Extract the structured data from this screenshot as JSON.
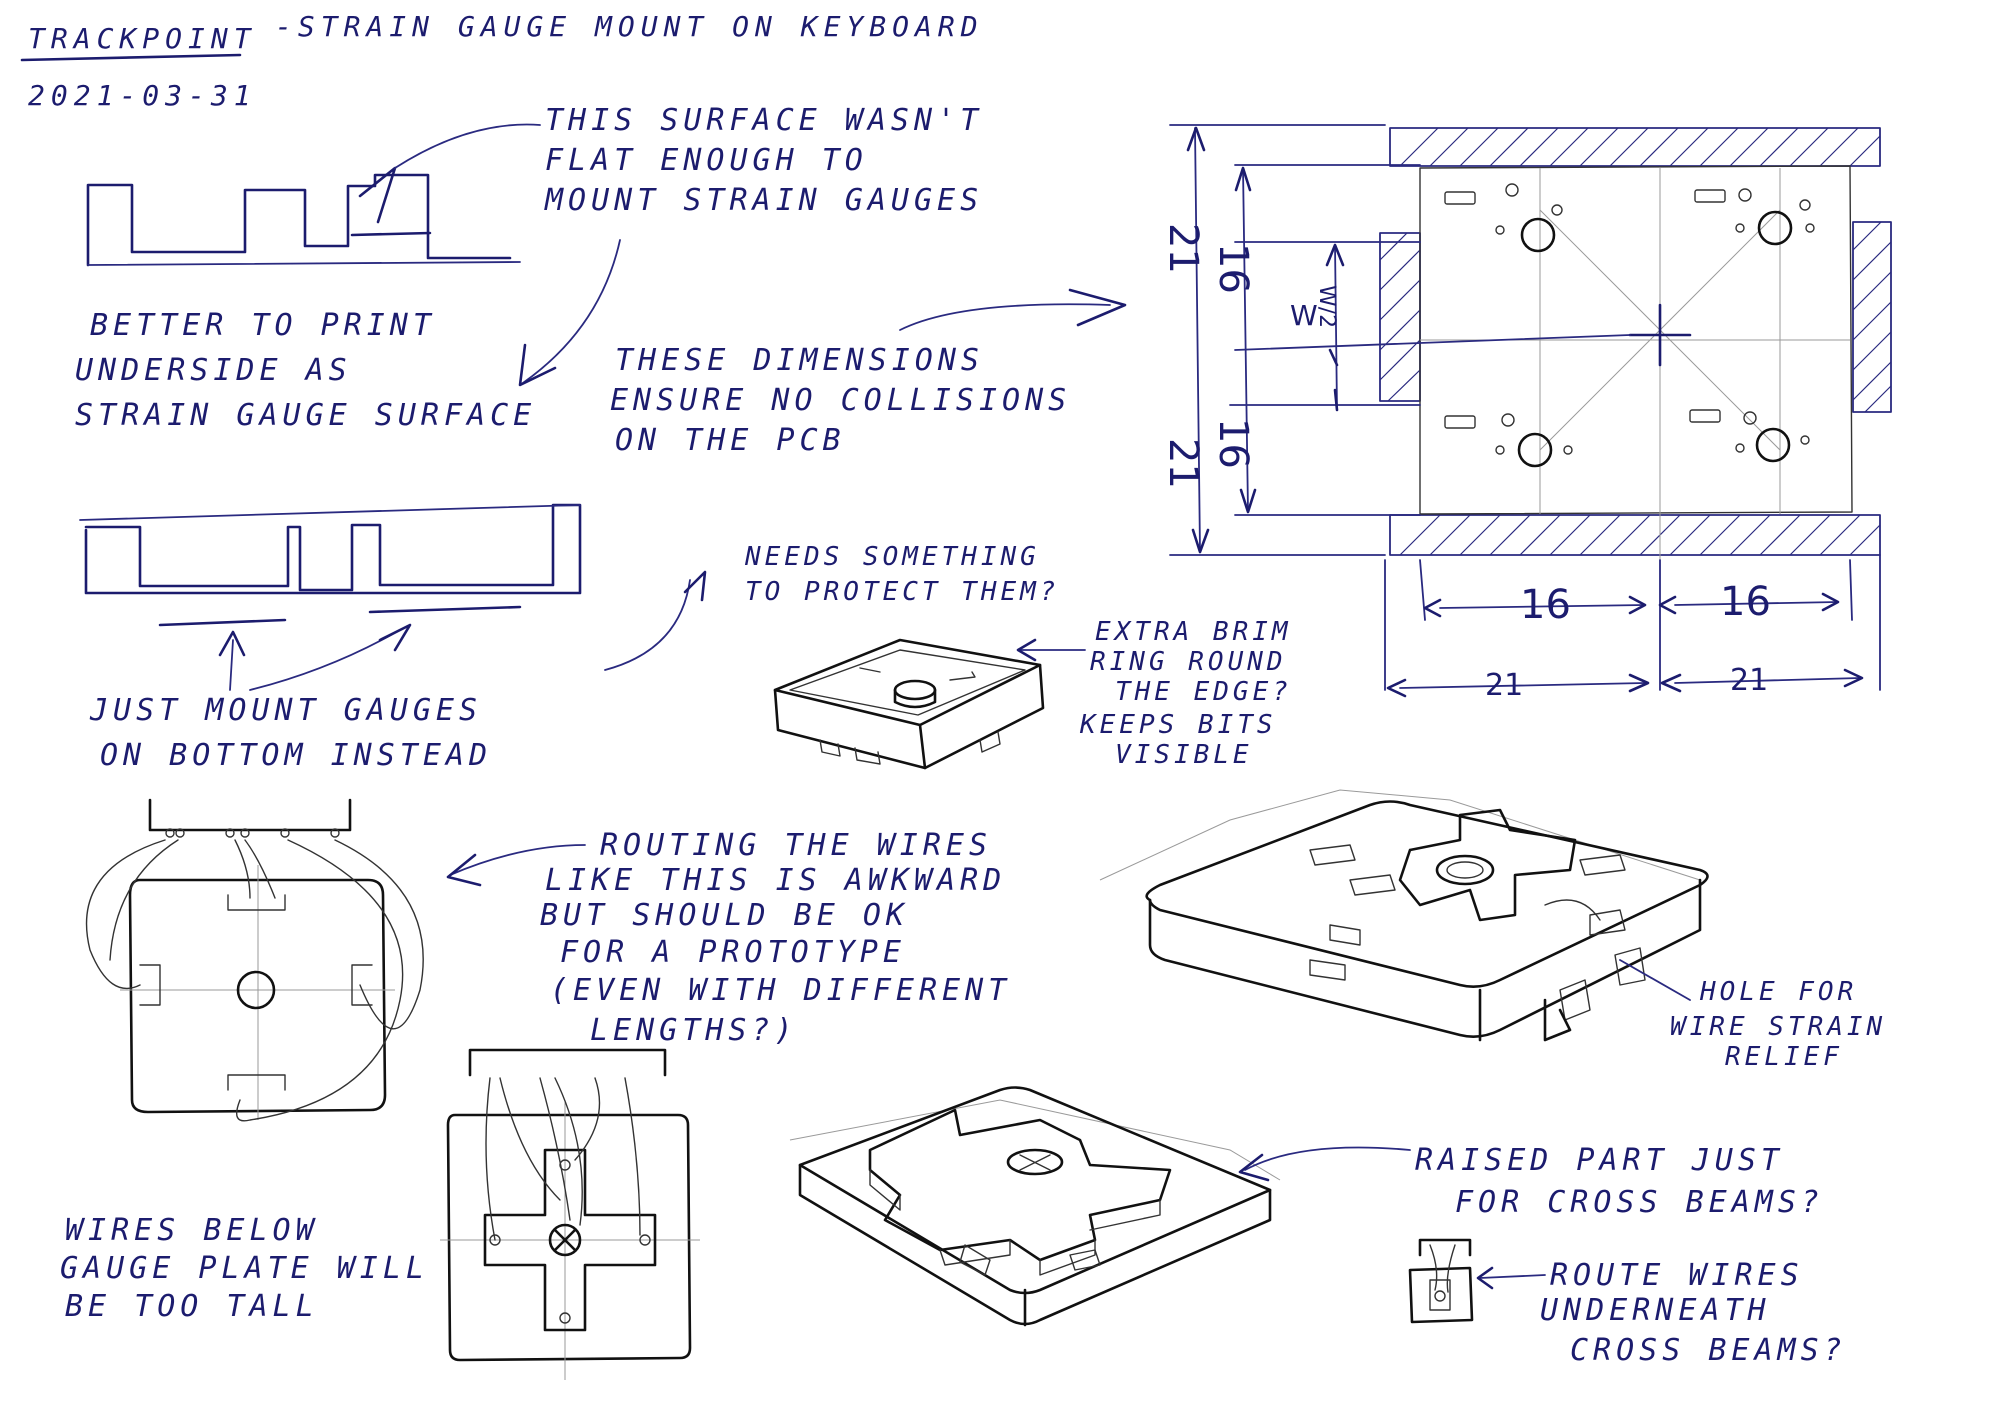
{
  "header": {
    "title": "TRACKPOINT",
    "subtitle": "-STRAIN GAUGE MOUNT ON KEYBOARD",
    "date": "2021-03-31"
  },
  "notes": {
    "surface_not_flat": [
      "THIS SURFACE WASN'T",
      "FLAT ENOUGH TO",
      "MOUNT STRAIN GAUGES"
    ],
    "better_underside": [
      "BETTER TO PRINT",
      "UNDERSIDE AS",
      "STRAIN GAUGE SURFACE"
    ],
    "dimensions_note": [
      "THESE DIMENSIONS",
      "ENSURE NO COLLISIONS",
      "ON THE PCB"
    ],
    "mount_bottom": [
      "JUST MOUNT GAUGES",
      "ON BOTTOM INSTEAD"
    ],
    "protect": [
      "NEEDS SOMETHING",
      "TO PROTECT THEM?"
    ],
    "brim": [
      "EXTRA BRIM",
      "RING ROUND",
      "THE EDGE?",
      "KEEPS BITS",
      "VISIBLE"
    ],
    "routing": [
      "ROUTING THE WIRES",
      "LIKE THIS IS AWKWARD",
      "BUT SHOULD BE OK",
      "FOR A PROTOTYPE",
      "(EVEN WITH DIFFERENT",
      "LENGTHS?)"
    ],
    "hole": [
      "HOLE FOR",
      "WIRE STRAIN",
      "RELIEF"
    ],
    "wires_below": [
      "WIRES BELOW",
      "GAUGE PLATE WILL",
      "BE TOO TALL"
    ],
    "raised": [
      "RAISED PART JUST",
      "FOR CROSS BEAMS?"
    ],
    "route_under": [
      "ROUTE WIRES",
      "UNDERNEATH",
      "CROSS BEAMS?"
    ]
  },
  "dimensions": {
    "left_outer": "21",
    "left_outer_2": "21",
    "left_inner": "16",
    "left_inner_2": "16",
    "w": "W",
    "w2": "W/2",
    "bottom_inner_left": "16",
    "bottom_inner_right": "16",
    "bottom_outer_left": "21",
    "bottom_outer_right": "21"
  }
}
